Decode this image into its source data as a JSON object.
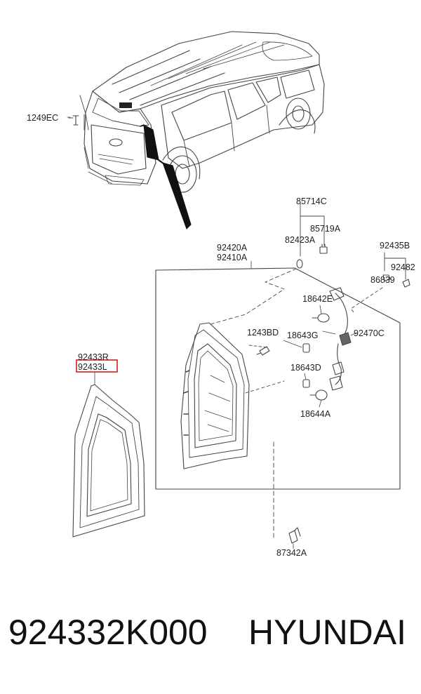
{
  "labels": {
    "l1249ec": "1249EC",
    "l85714c": "85714C",
    "l85719a": "85719A",
    "l82423a": "82423A",
    "l92420a": "92420A",
    "l92410a": "92410A",
    "l92435b": "92435B",
    "l92482": "92482",
    "l86839": "86839",
    "l18642e": "18642E",
    "l1243bd": "1243BD",
    "l18643g": "18643G",
    "l92470c": "92470C",
    "l92433r": "92433R",
    "l92433l": "92433L",
    "l18643d": "18643D",
    "l18644a": "18644A",
    "l87342a": "87342A"
  },
  "highlight_color": "#d42020",
  "caption": {
    "part_number": "924332K000",
    "brand": "HYUNDAI"
  }
}
